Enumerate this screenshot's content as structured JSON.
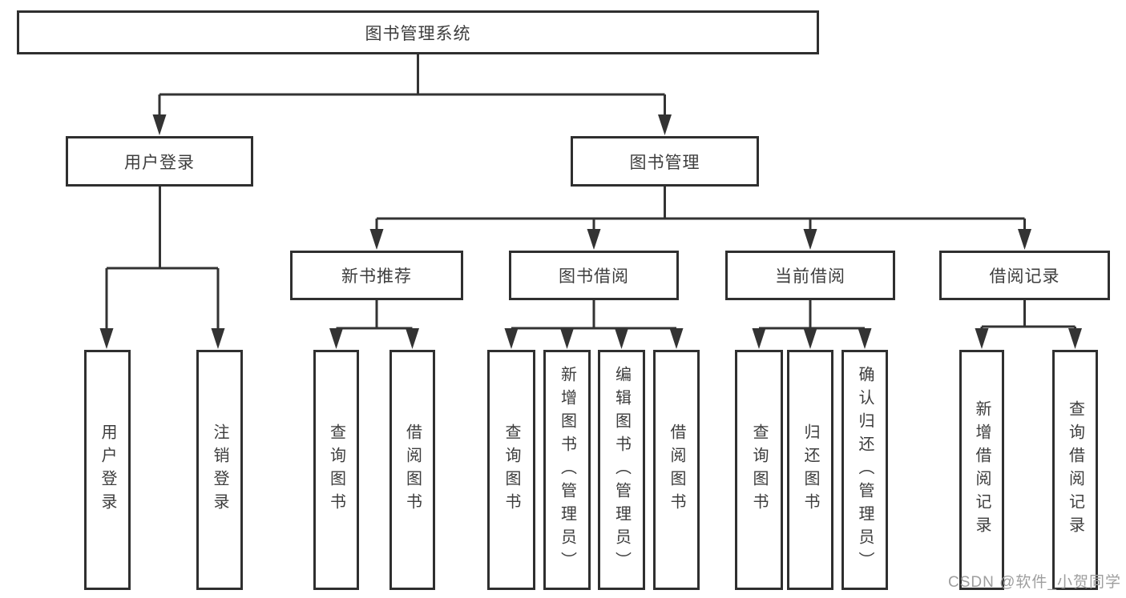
{
  "tree": {
    "label": "图书管理系统",
    "children": [
      {
        "label": "用户登录",
        "children": [
          {
            "label": "用户登录"
          },
          {
            "label": "注销登录"
          }
        ]
      },
      {
        "label": "图书管理",
        "children": [
          {
            "label": "新书推荐",
            "children": [
              {
                "label": "查询图书"
              },
              {
                "label": "借阅图书"
              }
            ]
          },
          {
            "label": "图书借阅",
            "children": [
              {
                "label": "查询图书"
              },
              {
                "label": "新增图书（管理员）"
              },
              {
                "label": "编辑图书（管理员）"
              },
              {
                "label": "借阅图书"
              }
            ]
          },
          {
            "label": "当前借阅",
            "children": [
              {
                "label": "查询图书"
              },
              {
                "label": "归还图书"
              },
              {
                "label": "确认归还（管理员）"
              }
            ]
          },
          {
            "label": "借阅记录",
            "children": [
              {
                "label": "新增借阅记录"
              },
              {
                "label": "查询借阅记录"
              }
            ]
          }
        ]
      }
    ]
  },
  "watermark": {
    "text": "CSDN @软件_小贺同学",
    "color": "#9e9e9e"
  },
  "style": {
    "line_color": "#333333",
    "box_border_color": "#2f2f2f",
    "text_color": "#3d3d3d",
    "background": "#ffffff"
  }
}
